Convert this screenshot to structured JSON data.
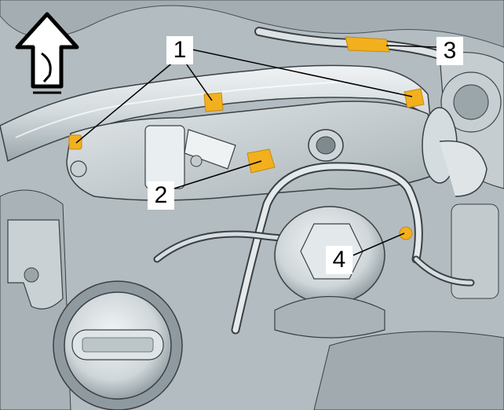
{
  "diagram": {
    "callouts": [
      {
        "id": "1",
        "text": "1"
      },
      {
        "id": "2",
        "text": "2"
      },
      {
        "id": "3",
        "text": "3"
      },
      {
        "id": "4",
        "text": "4"
      }
    ],
    "colors": {
      "background": "#b9c2c6",
      "part_light": "#e6ebed",
      "part_mid": "#c9d1d4",
      "part_dark": "#8e999e",
      "outline": "#3a4044",
      "highlight": "#f2b01e",
      "highlight_dark": "#c88a0c",
      "label_bg": "#ffffff"
    },
    "icons": [
      "front-direction-arrow-icon"
    ]
  }
}
